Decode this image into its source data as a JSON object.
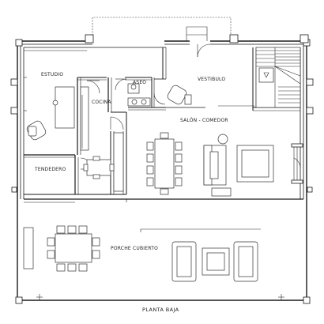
{
  "plan_title": "PLANTA BAJA",
  "rooms": {
    "estudio": "ESTUDIO",
    "cocina": "COCINA",
    "aseo": "ASEO",
    "vestibulo": "VESTIBULO",
    "salon_comedor": "SALÓN - COMEDOR",
    "tendedero": "TENDEDERO",
    "porche": "PORCHE CUBIERTO"
  }
}
